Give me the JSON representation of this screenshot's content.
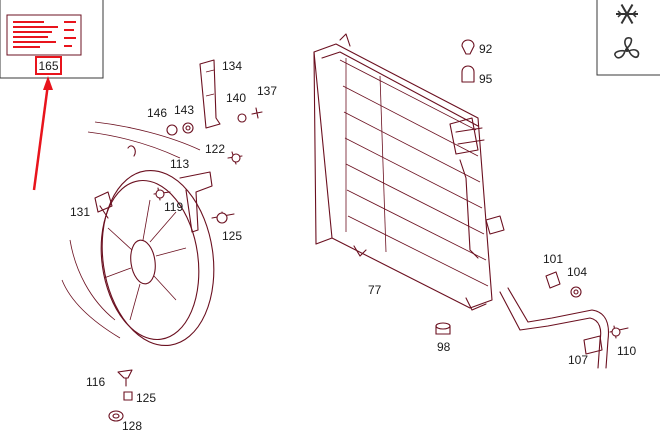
{
  "diagram": {
    "parts": [
      {
        "id": "p165",
        "label": "165"
      },
      {
        "id": "p134",
        "label": "134"
      },
      {
        "id": "p146",
        "label": "146"
      },
      {
        "id": "p143",
        "label": "143"
      },
      {
        "id": "p140",
        "label": "140"
      },
      {
        "id": "p137",
        "label": "137"
      },
      {
        "id": "p122",
        "label": "122"
      },
      {
        "id": "p113",
        "label": "113"
      },
      {
        "id": "p131",
        "label": "131"
      },
      {
        "id": "p119",
        "label": "119"
      },
      {
        "id": "p125a",
        "label": "125"
      },
      {
        "id": "p116",
        "label": "116"
      },
      {
        "id": "p125b",
        "label": "125"
      },
      {
        "id": "p128",
        "label": "128"
      },
      {
        "id": "p92",
        "label": "92"
      },
      {
        "id": "p95",
        "label": "95"
      },
      {
        "id": "p77",
        "label": "77"
      },
      {
        "id": "p101",
        "label": "101"
      },
      {
        "id": "p104",
        "label": "104"
      },
      {
        "id": "p98",
        "label": "98"
      },
      {
        "id": "p107",
        "label": "107"
      },
      {
        "id": "p110",
        "label": "110"
      }
    ],
    "icons": [
      "snowflake-icon",
      "fan-icon"
    ],
    "colors": {
      "line": "#6b1020",
      "highlight": "#e8141c",
      "frame": "#3a3a3a"
    }
  }
}
